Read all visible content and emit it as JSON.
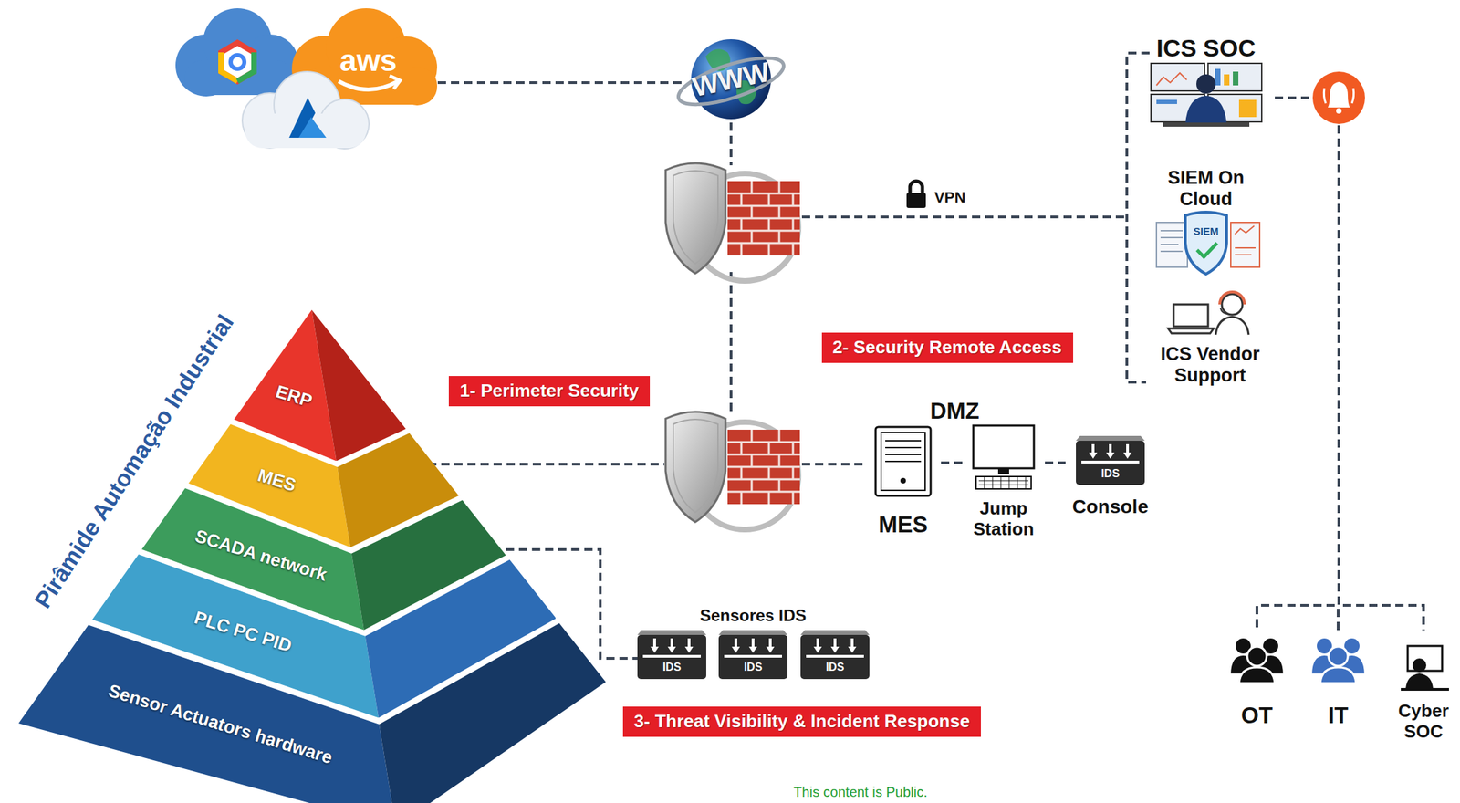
{
  "diagram": {
    "nodes": [
      {
        "text": [
          "aws"
        ]
      },
      {
        "text": [
          "WWW"
        ]
      },
      {
        "text": [
          "ICS SOC"
        ]
      },
      {
        "text": [
          "SIEM On Cloud",
          "SIEM"
        ]
      },
      {
        "text": [
          "ICS Vendor Support"
        ]
      },
      {
        "text": [
          "2- Security Remote Access"
        ]
      },
      {
        "text": [
          "ERP"
        ]
      },
      {
        "text": [
          "MES"
        ]
      },
      {
        "text": [
          "SCADA network"
        ]
      },
      {
        "text": [
          "PLC PC PID"
        ]
      },
      {
        "text": [
          "Sensor Actuators hardware"
        ]
      },
      {
        "text": [
          "1- Perimeter Security"
        ]
      },
      {
        "text": [
          "MES"
        ]
      },
      {
        "text": [
          "Jump Station"
        ]
      },
      {
        "text": [
          "IDS",
          "Console"
        ]
      },
      {
        "text": [
          "Sensores IDS"
        ]
      },
      {
        "text": [
          "IDS"
        ],
        "in": 15
      },
      {
        "text": [
          "IDS"
        ],
        "in": 15
      },
      {
        "text": [
          "IDS"
        ],
        "in": 15
      },
      {
        "text": [
          "3- Threat Visibility & Incident Response"
        ]
      },
      {
        "text": [
          "OT"
        ]
      },
      {
        "text": [
          "IT"
        ]
      },
      {
        "text": [
          "Cyber SOC"
        ]
      }
    ],
    "edges": [
      {
        "from": 0,
        "to": 1,
        "arrow": "none"
      },
      {
        "from": 12,
        "to": 13,
        "arrow": "none"
      },
      {
        "from": 13,
        "to": 14,
        "arrow": "none"
      },
      {
        "from": 8,
        "to": 16,
        "arrow": "none"
      },
      {
        "from": 2,
        "to": 20,
        "arrow": "none"
      },
      {
        "from": 2,
        "to": 21,
        "arrow": "none"
      },
      {
        "from": 2,
        "to": 22,
        "arrow": "none"
      }
    ],
    "labels": [
      "Pirâmide Automação Industrial",
      "VPN",
      "DMZ",
      "This content is Public."
    ]
  }
}
